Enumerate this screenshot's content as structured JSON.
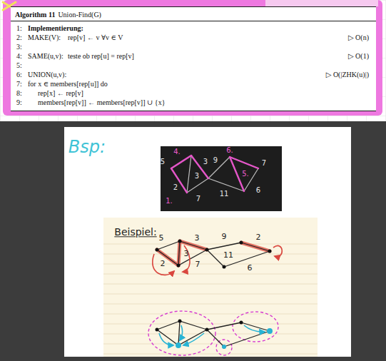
{
  "diagram": {
    "nodes": [
      {
        "text": [
          "Algorithm 11",
          "Union-Find(G)",
          "1:",
          "Implementierung:",
          "2:",
          "MAKE(V):",
          "rep[v] ← v ∀v ∈ V",
          "▷ O(n)",
          "3:",
          "4:",
          "SAME(u,v):",
          "teste ob rep[u] = rep[v]",
          "▷ O(1)",
          "5:",
          "6:",
          "UNION(u,v):",
          "▷ O(|ZHK(u)|)",
          "7:",
          "for x ∈ members[rep[u]] do",
          "8:",
          "rep[x] ← rep[v]",
          "9:",
          "members[rep[v]] ← members[rep[v]] ∪ {x}"
        ]
      }
    ],
    "labels": [
      "Bsp:",
      "5",
      "4.",
      "3",
      "3",
      "9",
      "6.",
      "7",
      "2",
      "1.",
      "7",
      "11",
      "5.",
      "6",
      "Beispiel:",
      "5",
      "3",
      "3",
      "9",
      "2",
      "2",
      "7",
      "11",
      "6"
    ]
  }
}
